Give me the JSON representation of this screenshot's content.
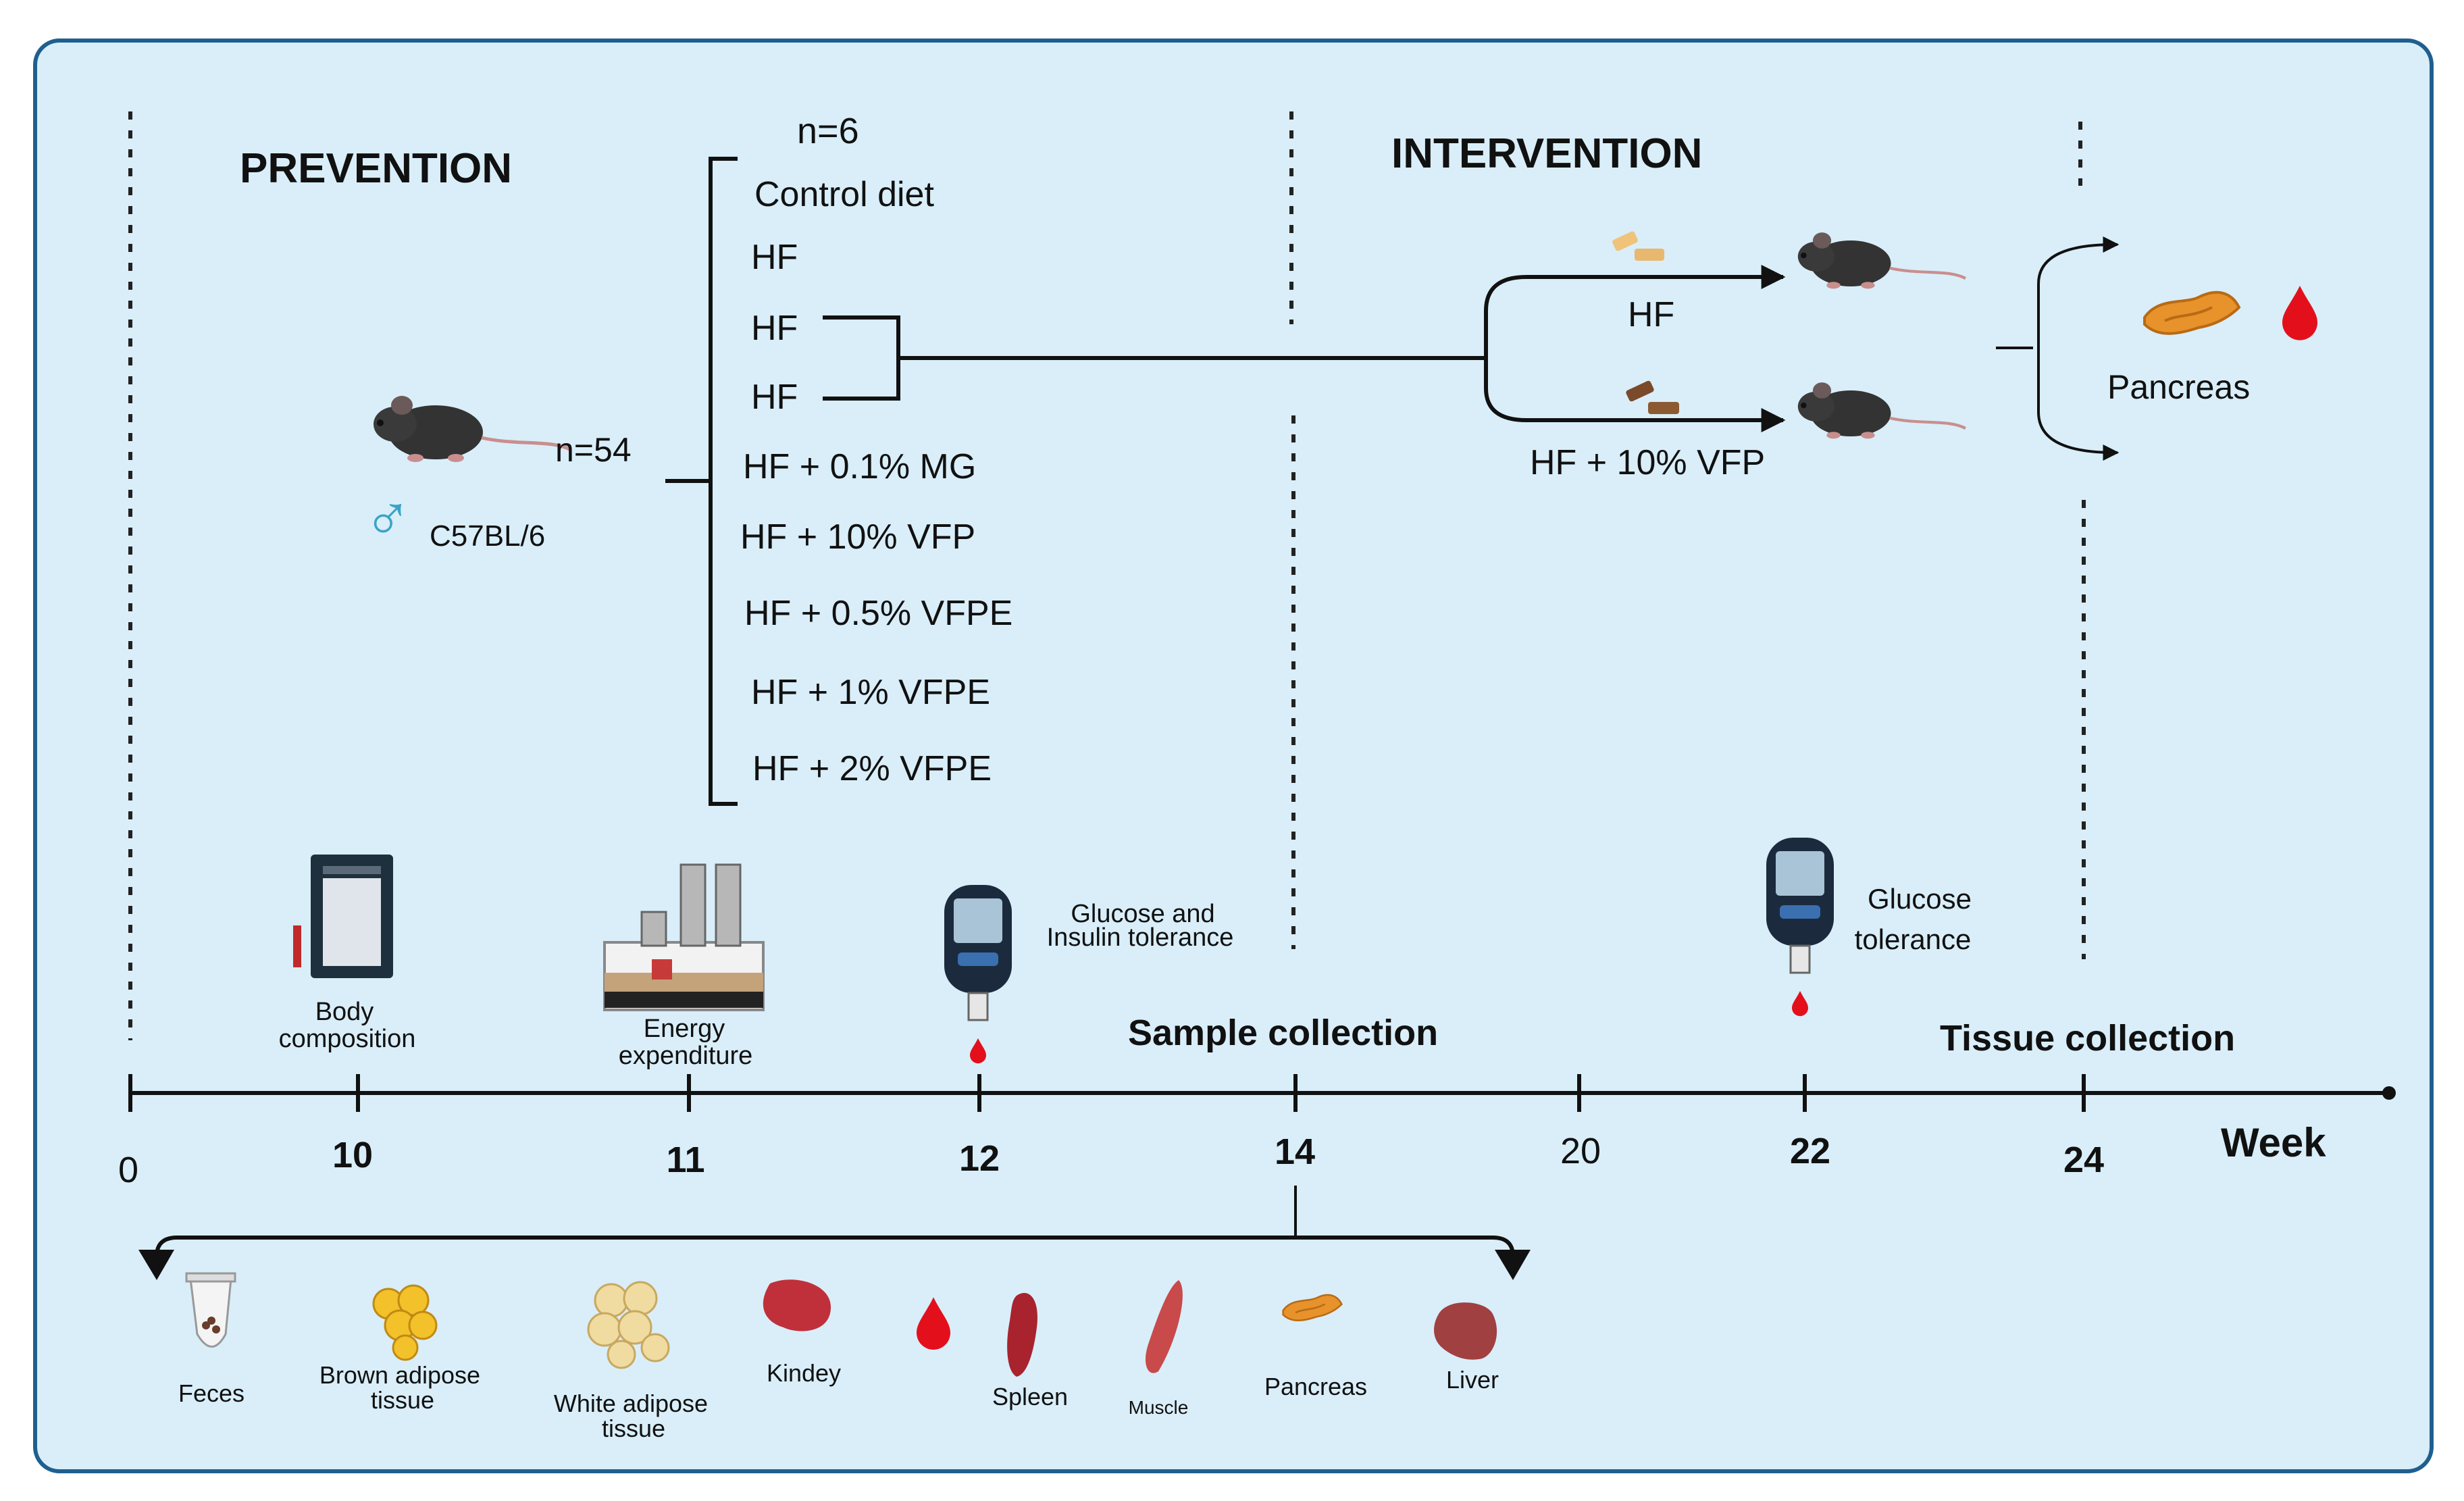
{
  "phases": {
    "prevention": "PREVENTION",
    "intervention": "INTERVENTION"
  },
  "cohort": {
    "total": "n=54",
    "sex_symbol": "♂",
    "strain": "C57BL/6",
    "group_size": "n=6"
  },
  "groups": [
    "Control diet",
    "HF",
    "HF",
    "HF",
    "HF + 0.1% MG",
    "HF + 10% VFP",
    "HF + 0.5% VFPE",
    "HF + 1% VFPE",
    "HF + 2%  VFPE"
  ],
  "intervention_arms": [
    "HF",
    "HF + 10% VFP"
  ],
  "endpoint": {
    "pancreas": "Pancreas"
  },
  "tests": {
    "body_composition": [
      "Body",
      "composition"
    ],
    "energy_expenditure": [
      "Energy",
      "expenditure"
    ],
    "glucose_insulin": [
      "Glucose and",
      "Insulin tolerance"
    ],
    "glucose_tolerance": [
      "Glucose",
      "tolerance"
    ]
  },
  "events": {
    "sample_collection": "Sample  collection",
    "tissue_collection": "Tissue collection"
  },
  "timeline": {
    "weeks": [
      "0",
      "10",
      "11",
      "12",
      "14",
      "20",
      "22",
      "24"
    ],
    "unit": "Week"
  },
  "samples": {
    "feces": [
      "Feces"
    ],
    "brown_adipose": [
      "Brown adipose",
      "tissue"
    ],
    "white_adipose": [
      "White adipose",
      "tissue"
    ],
    "kidney": [
      "Kindey"
    ],
    "spleen": [
      "Spleen"
    ],
    "muscle": [
      "Muscle"
    ],
    "pancreas": [
      "Pancreas"
    ],
    "liver": [
      "Liver"
    ]
  },
  "colors": {
    "background": "#d9eef9",
    "border": "#1f5f8f",
    "mouse": "#3a3a3a",
    "blood": "#e3101c",
    "pancreas": "#e7922a",
    "male_symbol": "#3aa3c8"
  }
}
